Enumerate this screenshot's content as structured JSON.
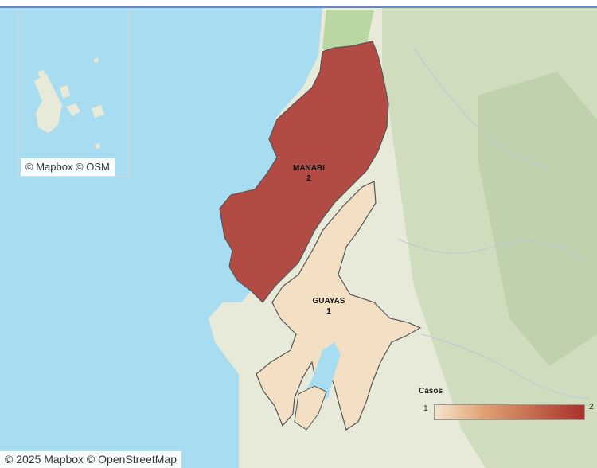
{
  "map": {
    "attribution_main": "© 2025 Mapbox © OpenStreetMap",
    "attribution_inset": "© Mapbox © OSM",
    "colors": {
      "sea": "#a8dcf0",
      "land": "#e8ead9",
      "relief": "#c9d9b8",
      "border": "#555555"
    }
  },
  "regions": [
    {
      "name": "MANABI",
      "value": "2",
      "color": "#b14b44"
    },
    {
      "name": "GUAYAS",
      "value": "1",
      "color": "#f2dfc4"
    }
  ],
  "legend": {
    "title": "Casos",
    "min_label": "1",
    "max_label": "2",
    "color_low": "#f5e6cf",
    "color_high": "#a8302c"
  }
}
